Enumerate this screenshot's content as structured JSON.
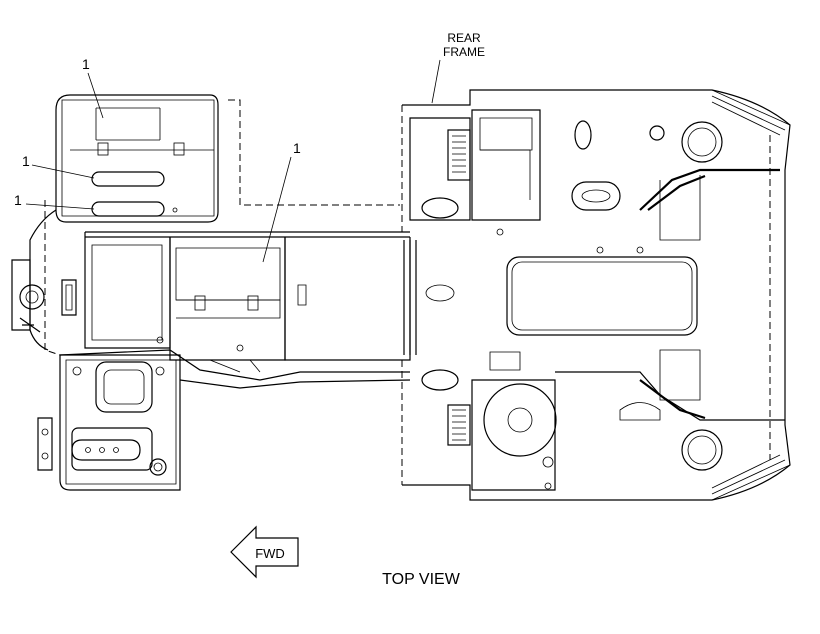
{
  "labels": {
    "rear_frame_line1": "REAR",
    "rear_frame_line2": "FRAME",
    "callout_top": "1",
    "callout_mid": "1",
    "callout_low": "1",
    "callout_center": "1",
    "fwd": "FWD",
    "view_title": "TOP VIEW"
  }
}
